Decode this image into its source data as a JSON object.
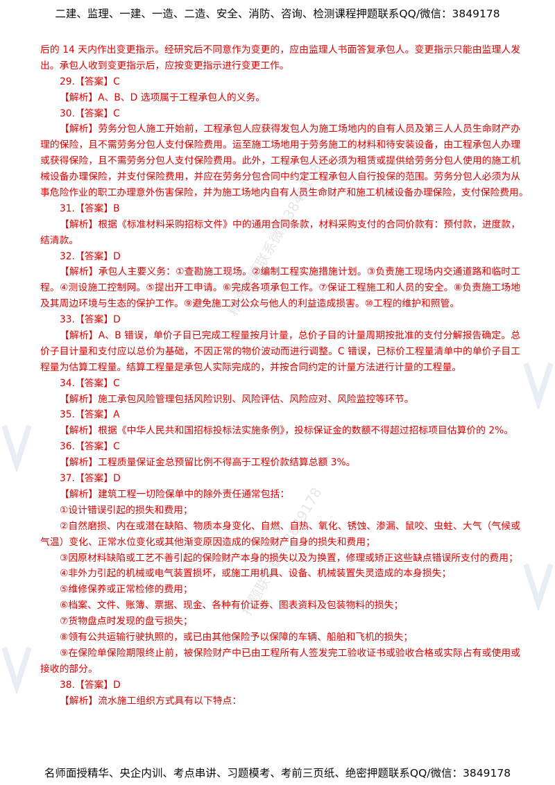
{
  "header": "二建、监理、一建、一造、二造、安全、消防、咨询、检测课程押题联系QQ/微信：3849178",
  "footer": "名师面授精华、央企内训、考点串讲、习题模考、考前三页纸、绝密押题联系QQ/微信：3849178",
  "watermarks": [
    "精选押题联系微信3849178",
    "押题联系微信3849178"
  ],
  "lines": [
    {
      "t": "后的 14 天内作出变更指示。经研究后不同意作为变更的，应由监理人书面答复承包人。变更指示只能由监理人发",
      "j": true,
      "i": false
    },
    {
      "t": "出。承包人收到变更指示后，应按变更指示进行变更工作。",
      "j": false,
      "i": false
    },
    {
      "t": "29.【答案】C",
      "j": false,
      "i": true
    },
    {
      "t": "【解析】A、B、D 选项属于工程承包人的义务。",
      "j": false,
      "i": true
    },
    {
      "t": "30.【答案】C",
      "j": false,
      "i": true
    },
    {
      "t": "【解析】劳务分包人施工开始前，工程承包人应获得发包人为施工场地内的自有人员及第三人人员生命财产办",
      "j": true,
      "i": true
    },
    {
      "t": "理的保险，且不需劳务分包人支付保险费用。运至施工场地用于劳务施工的材料和待安装设备，由工程承包人办理",
      "j": true,
      "i": false
    },
    {
      "t": "或获得保险，且不需劳务分包人支付保险费用。此外，工程承包人还必须为租赁或提供给劳务分包人使用的施工机",
      "j": true,
      "i": false
    },
    {
      "t": "械设备办理保险，并支付保险费用，并应在劳务分包合同中约定工程承包人自行投保的范围。劳务分包人必须为从",
      "j": true,
      "i": false
    },
    {
      "t": "事危险作业的职工办理意外伤害保险，并为施工场地内自有人员生命财产和施工机械设备办理保险，支付保险费用。",
      "j": true,
      "i": false
    },
    {
      "t": "31.【答案】B",
      "j": false,
      "i": true
    },
    {
      "t": "【解析】根据《标准材料采购招标文件》中的通用合同条款，材料采购支付的合同价款有：预付款，进度款，",
      "j": true,
      "i": true
    },
    {
      "t": "结清款。",
      "j": false,
      "i": false
    },
    {
      "t": "32.【答案】D",
      "j": false,
      "i": true
    },
    {
      "t": "【解析】承包人主要义务：①查勘施工现场。②编制工程实施措施计划。③负责施工现场内交通道路和临时工",
      "j": true,
      "i": true
    },
    {
      "t": "程。④测设施工控制网。⑤提出开工申请。⑥完成各项承包工作。⑦保证工程施工和人员的安全。⑧负责施工场地",
      "j": true,
      "i": false
    },
    {
      "t": "及其周边环境与生态的保护工作。⑨避免施工对公众与他人的利益造成损害。⑩工程的维护和照管。",
      "j": false,
      "i": false
    },
    {
      "t": "33.【答案】D",
      "j": false,
      "i": true
    },
    {
      "t": "【解析】A、B 错误，单价子目已完成工程量按月计量，总价子目的计量周期按批准的支付分解报告确定。总",
      "j": true,
      "i": true
    },
    {
      "t": "价子目计量和支付应以总价为基础，不因正常的物价波动而进行调整。C 错误，已标价工程量清单中的单价子目工",
      "j": true,
      "i": false
    },
    {
      "t": "程量为估算工程量。结算工程量是承包人实际完成的，并按合同约定的计量方法进行计量的工程量。",
      "j": false,
      "i": false
    },
    {
      "t": "34.【答案】C",
      "j": false,
      "i": true
    },
    {
      "t": "【解析】施工承包风险管理包括风险识别、风险评估、风险应对、风险监控等环节。",
      "j": false,
      "i": true
    },
    {
      "t": "35.【答案】A",
      "j": false,
      "i": true
    },
    {
      "t": "【解析】根据《中华人民共和国招标投标法实施条例》，投标保证金的数额不得超过招标项目估算价的 2%。",
      "j": false,
      "i": true
    },
    {
      "t": "36.【答案】C",
      "j": false,
      "i": true
    },
    {
      "t": "【解析】工程质量保证金总预留比例不得高于工程价款结算总额 3%。",
      "j": false,
      "i": true
    },
    {
      "t": "37.【答案】D",
      "j": false,
      "i": true
    },
    {
      "t": "【解析】建筑工程一切险保单中的除外责任通常包括：",
      "j": false,
      "i": true
    },
    {
      "t": "①设计错误引起的损失和费用；",
      "j": false,
      "i": true
    },
    {
      "t": "②自然磨损、内在或潜在缺陷、物质本身变化、自燃、自热、氧化、锈蚀、渗漏、鼠咬、虫蛀、大气（气候或",
      "j": true,
      "i": true
    },
    {
      "t": "气温）变化、正常水位变化或其他渐变原因造成的保险财产自身的损失和费用；",
      "j": false,
      "i": false
    },
    {
      "t": "③因原材料缺陷或工艺不善引起的保险财产本身的损失以及为换置，修理或矫正这些缺点错误所支付的费用；",
      "j": false,
      "i": true
    },
    {
      "t": "④非外力引起的机械或电气装置损坏，或施工用机具、设备、机械装置失灵造成的本身损失；",
      "j": false,
      "i": true
    },
    {
      "t": "⑤维修保养或正常检修的费用；",
      "j": false,
      "i": true
    },
    {
      "t": "⑥档案、文件、账簿、票据、现金、各种有价证券、图表资料及包装物料的损失；",
      "j": false,
      "i": true
    },
    {
      "t": "⑦货物盘点时发现的盘亏损失；",
      "j": false,
      "i": true
    },
    {
      "t": "⑧领有公共运输行驶执照的，或已由其他保险予以保障的车辆、船舶和飞机的损失；",
      "j": false,
      "i": true
    },
    {
      "t": "⑨在保险单保险期限终止前，被保险财产中已由工程所有人签发完工验收证书或验收合格或实际占有或使用或",
      "j": true,
      "i": true
    },
    {
      "t": "接收的部分。",
      "j": false,
      "i": false
    },
    {
      "t": "38.【答案】D",
      "j": false,
      "i": true
    },
    {
      "t": "【解析】流水施工组织方式具有以下特点：",
      "j": false,
      "i": true
    }
  ]
}
